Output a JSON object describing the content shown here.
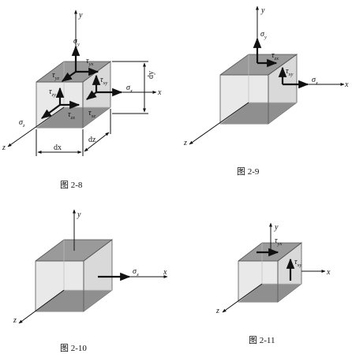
{
  "figures": [
    {
      "caption": "图  2-8",
      "axes": {
        "x": "x",
        "y": "y",
        "z": "z"
      },
      "stresses": [
        {
          "sym": "σ",
          "sub": "y"
        },
        {
          "sym": "τ",
          "sub": "yx"
        },
        {
          "sym": "τ",
          "sub": "yz"
        },
        {
          "sym": "τ",
          "sub": "xy"
        },
        {
          "sym": "σ",
          "sub": "x"
        },
        {
          "sym": "τ",
          "sub": "zy"
        },
        {
          "sym": "τ",
          "sub": "zx"
        },
        {
          "sym": "σ",
          "sub": "z"
        },
        {
          "sym": "τ",
          "sub": "xz"
        }
      ],
      "dimensions": {
        "dx": "dx",
        "dy": "dy",
        "dz": "dz"
      }
    },
    {
      "caption": "图  2-9",
      "axes": {
        "x": "x",
        "y": "y",
        "z": "z"
      },
      "stresses": [
        {
          "sym": "σ",
          "sub": "y"
        },
        {
          "sym": "τ",
          "sub": "zx"
        },
        {
          "sym": "τ",
          "sub": "xy"
        },
        {
          "sym": "σ",
          "sub": "x"
        }
      ]
    },
    {
      "caption": "图  2-10",
      "axes": {
        "x": "x",
        "y": "y",
        "z": "z"
      },
      "stresses": [
        {
          "sym": "σ",
          "sub": "x"
        }
      ]
    },
    {
      "caption": "图  2-11",
      "axes": {
        "x": "x",
        "y": "y",
        "z": "z"
      },
      "stresses": [
        {
          "sym": "τ",
          "sub": "yx"
        },
        {
          "sym": "τ",
          "sub": "xy"
        }
      ]
    }
  ]
}
